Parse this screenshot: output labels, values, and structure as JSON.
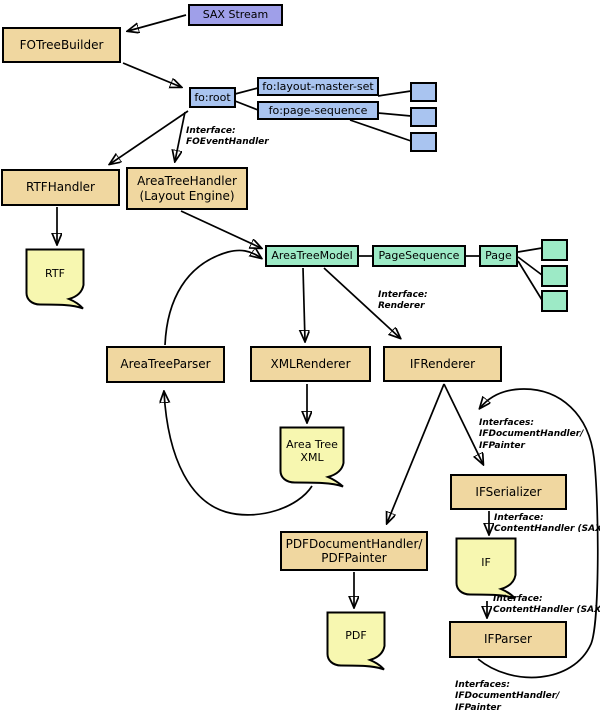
{
  "colors": {
    "component_tan": "#f0d7a0",
    "sax_purple": "#9f9fe9",
    "fo_blue": "#a9c4f0",
    "area_green": "#9deac6",
    "document_yellow": "#f7f7b0",
    "line_black": "#000000"
  },
  "nodes": {
    "sax_stream": "SAX Stream",
    "fo_tree_builder": "FOTreeBuilder",
    "fo_root": "fo:root",
    "fo_layout_master_set": "fo:layout-master-set",
    "fo_page_sequence": "fo:page-sequence",
    "rtf_handler": "RTFHandler",
    "area_tree_handler": {
      "line1": "AreaTreeHandler",
      "line2": "(Layout Engine)"
    },
    "area_tree_model": "AreaTreeModel",
    "page_sequence": "PageSequence",
    "page": "Page",
    "area_tree_parser": "AreaTreeParser",
    "xml_renderer": "XMLRenderer",
    "if_renderer": "IFRenderer",
    "if_serializer": "IFSerializer",
    "pdf_document_handler": {
      "line1": "PDFDocumentHandler/",
      "line2": "PDFPainter"
    },
    "if_parser": "IFParser"
  },
  "documents": {
    "rtf": "RTF",
    "area_tree_xml": {
      "line1": "Area Tree",
      "line2": "XML"
    },
    "if": "IF",
    "pdf": "PDF"
  },
  "interface_labels": {
    "fo_event_handler": {
      "line1": "Interface:",
      "line2": "FOEventHandler"
    },
    "renderer": {
      "line1": "Interface:",
      "line2": "Renderer"
    },
    "if_doc_handler_upper": {
      "line1": "Interfaces:",
      "line2": "IFDocumentHandler/",
      "line3": "IFPainter"
    },
    "content_handler_upper": {
      "line1": "Interface:",
      "line2": "ContentHandler (SAX)"
    },
    "content_handler_lower": {
      "line1": "Interface:",
      "line2": "ContentHandler (SAX)"
    },
    "if_doc_handler_lower": {
      "line1": "Interfaces:",
      "line2": "IFDocumentHandler/",
      "line3": "IFPainter"
    }
  }
}
